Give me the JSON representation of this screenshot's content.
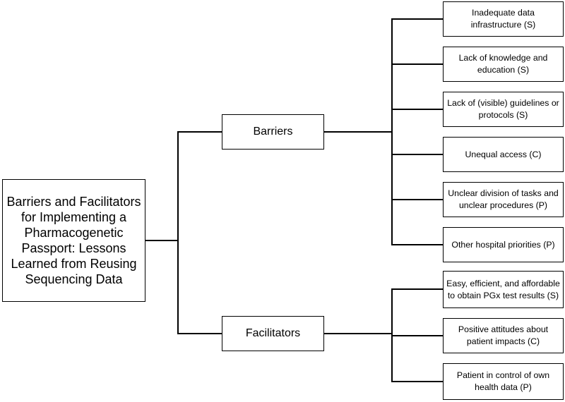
{
  "diagram": {
    "root": {
      "label": "Barriers and Facilitators for Implementing a Pharmacogenetic Passport: Lessons Learned from Reusing Sequencing Data"
    },
    "categories": [
      {
        "label": "Barriers",
        "items": [
          "Inadequate data infrastructure (S)",
          "Lack of knowledge and education (S)",
          "Lack of (visible) guidelines or protocols (S)",
          "Unequal access (C)",
          "Unclear division of tasks and unclear procedures (P)",
          "Other hospital priorities (P)"
        ]
      },
      {
        "label": "Facilitators",
        "items": [
          "Easy, efficient, and affordable to obtain PGx test results (S)",
          "Positive attitudes about patient impacts (C)",
          "Patient in control of own health data (P)"
        ]
      }
    ]
  }
}
